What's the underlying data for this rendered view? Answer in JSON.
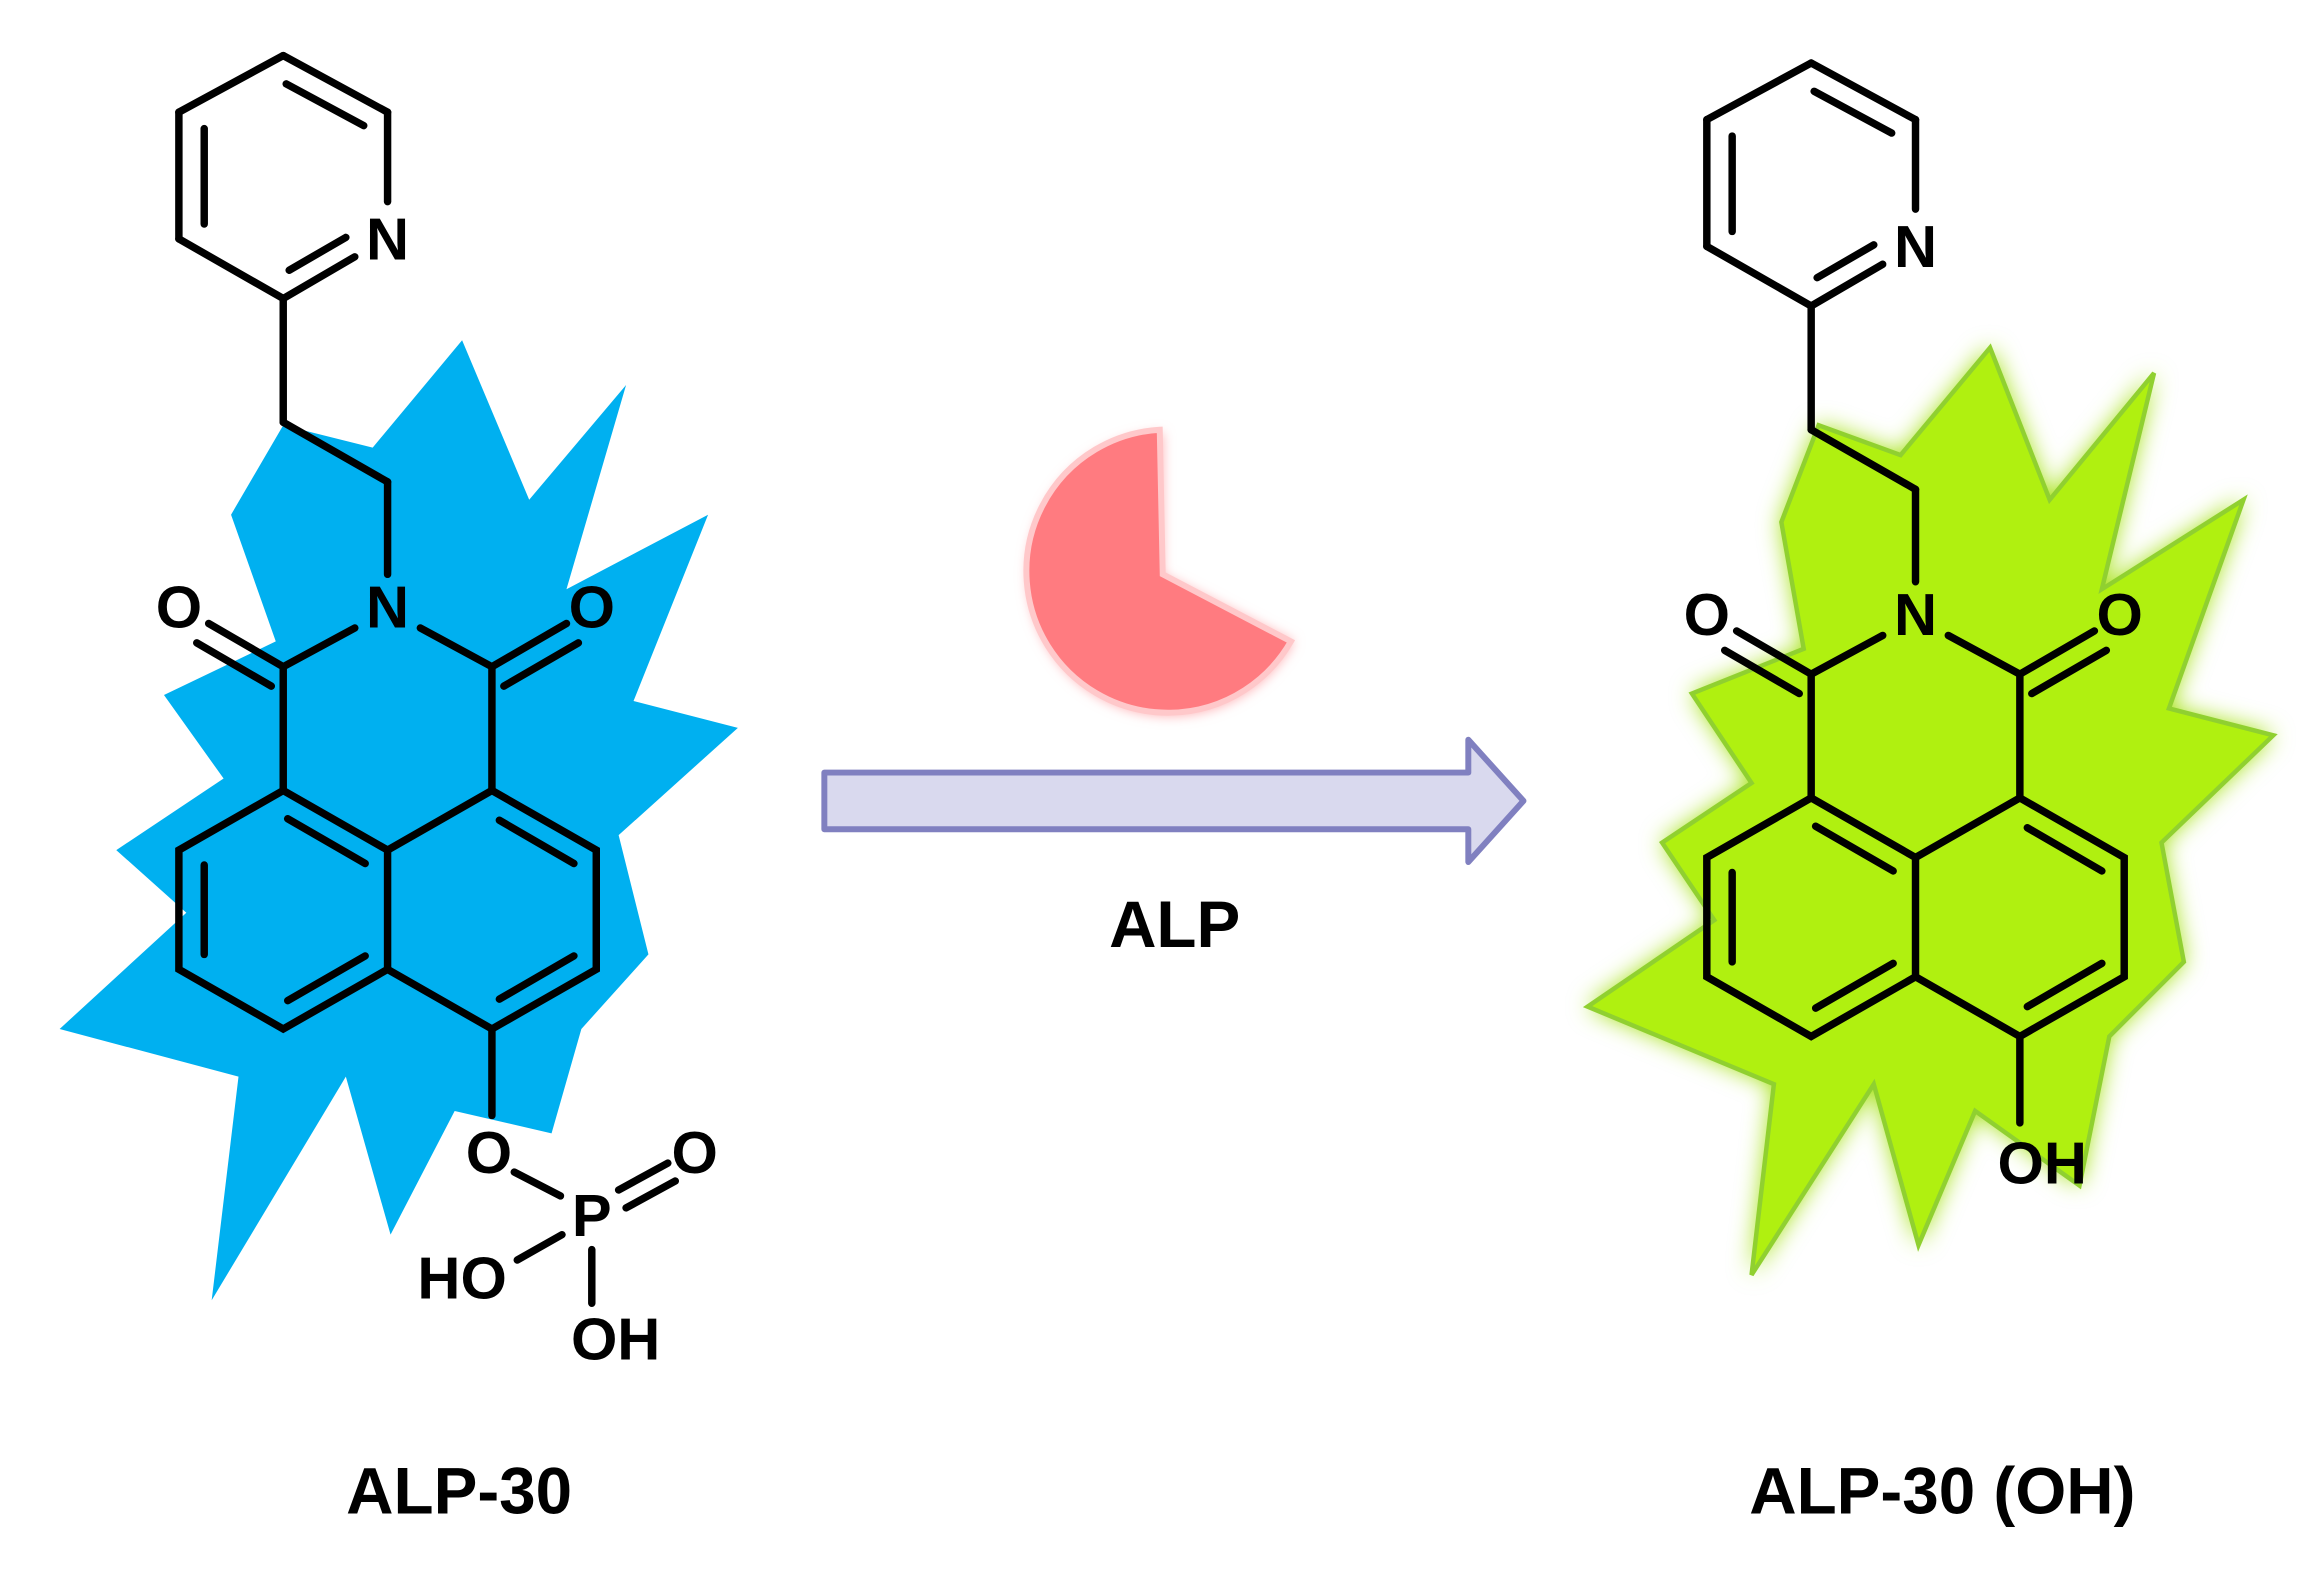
{
  "colors": {
    "blue_burst": "#00b0f0",
    "green_burst": "#b0f010",
    "enzyme": "#ff7b80",
    "arrow_fill": "#d9d9ee",
    "arrow_stroke": "#8080c0"
  },
  "reactant": {
    "name": "ALP-30",
    "atoms": {
      "pyridine_n": "N",
      "imide_n": "N",
      "o_left": "O",
      "o_right": "O",
      "o_ester": "O",
      "p": "P",
      "o_double": "O",
      "ho": "HO",
      "oh": "OH"
    }
  },
  "product": {
    "name": "ALP-30 (OH)",
    "atoms": {
      "pyridine_n": "N",
      "imide_n": "N",
      "o_left": "O",
      "o_right": "O",
      "oh": "OH"
    }
  },
  "reaction": {
    "enzyme_label": "ALP",
    "enzyme_icon": "pacman-enzyme-icon"
  }
}
